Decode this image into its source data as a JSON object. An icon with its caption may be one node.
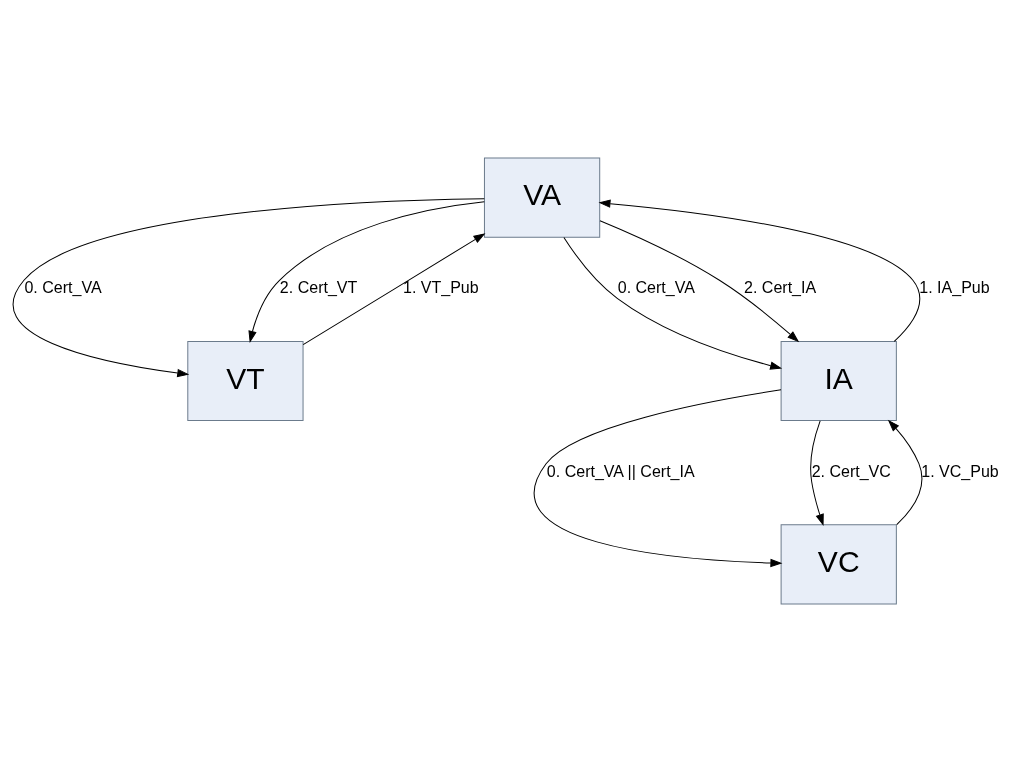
{
  "diagram": {
    "nodes": [
      {
        "text": [
          "VA"
        ]
      },
      {
        "text": [
          "VT"
        ]
      },
      {
        "text": [
          "IA"
        ]
      },
      {
        "text": [
          "VC"
        ]
      }
    ],
    "edges": [
      {
        "from": 0,
        "to": 1,
        "arrow": "to",
        "label": "0. Cert_VA"
      },
      {
        "from": 1,
        "to": 0,
        "arrow": "to",
        "label": "1. VT_Pub"
      },
      {
        "from": 0,
        "to": 1,
        "arrow": "to",
        "label": "2. Cert_VT"
      },
      {
        "from": 0,
        "to": 2,
        "arrow": "to",
        "label": "0. Cert_VA"
      },
      {
        "from": 2,
        "to": 0,
        "arrow": "to",
        "label": "1. IA_Pub"
      },
      {
        "from": 0,
        "to": 2,
        "arrow": "to",
        "label": "2. Cert_IA"
      },
      {
        "from": 2,
        "to": 3,
        "arrow": "to",
        "label": "0. Cert_VA || Cert_IA"
      },
      {
        "from": 3,
        "to": 2,
        "arrow": "to",
        "label": "1. VC_Pub"
      },
      {
        "from": 2,
        "to": 3,
        "arrow": "to",
        "label": "2. Cert_VC"
      }
    ]
  }
}
